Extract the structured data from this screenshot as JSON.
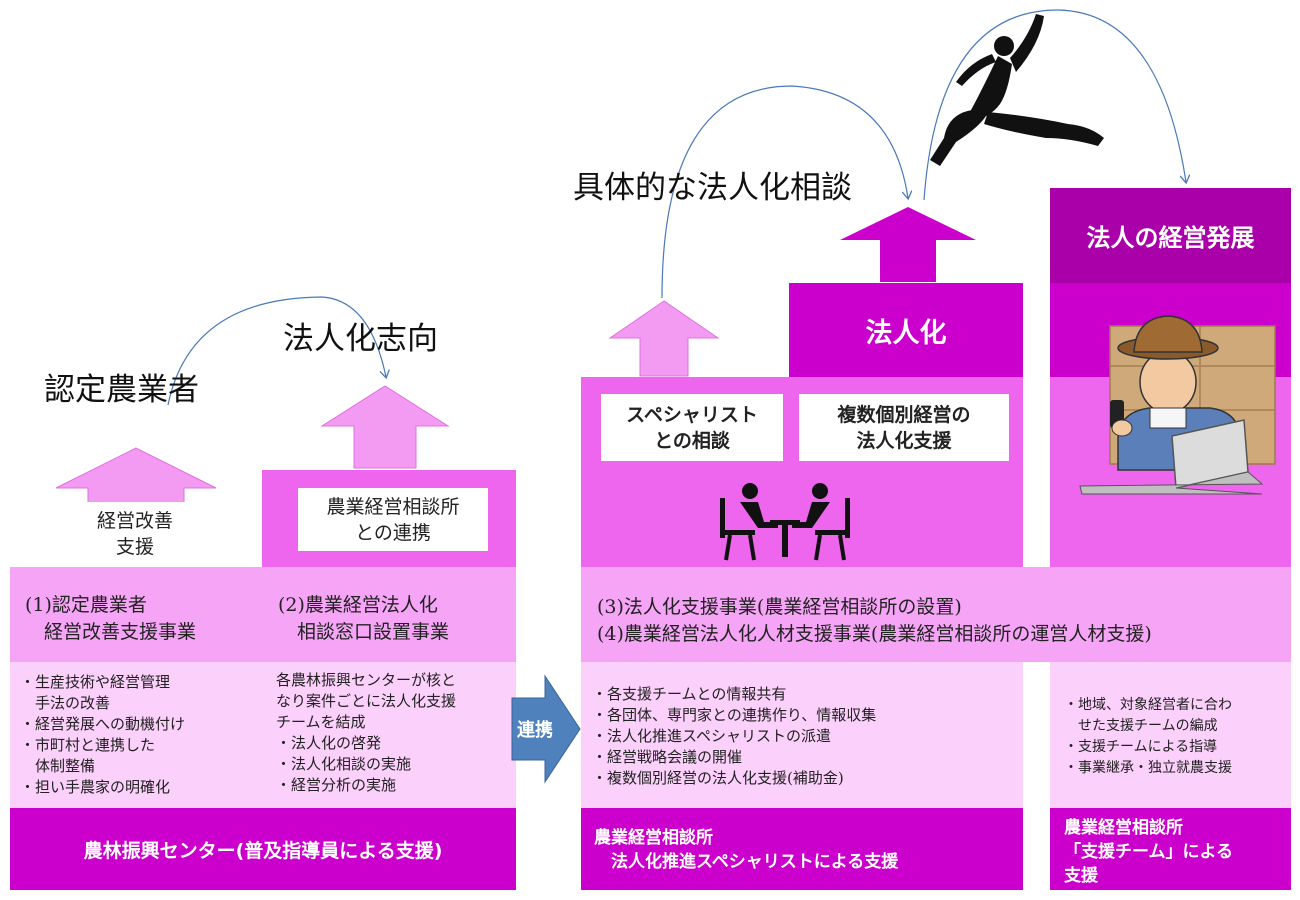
{
  "stages": {
    "certified": "認定農業者",
    "orientation": "法人化志向",
    "consultation": "具体的な法人化相談"
  },
  "col1": {
    "arrow_label": "経営改善\n支援",
    "program": "(1)認定農業者\n　経営改善支援事業",
    "items": [
      "・生産技術や経営管理",
      "　手法の改善",
      "・経営発展への動機付け",
      "・市町村と連携した",
      "　体制整備",
      "・担い手農家の明確化"
    ]
  },
  "col2": {
    "box": "農業経営相談所\nとの連携",
    "program": "(2)農業経営法人化\n　相談窓口設置事業",
    "intro": "各農林振興センターが核と\nなり案件ごとに法人化支援\nチームを結成",
    "items": [
      "・法人化の啓発",
      "・法人化相談の実施",
      "・経営分析の実施"
    ]
  },
  "bottom_left": "農林振興センター(普及指導員による支援)",
  "link_arrow": "連携",
  "col3": {
    "box_specialist": "スペシャリスト\nとの相談",
    "box_multi": "複数個別経営の\n法人化支援",
    "incorporation": "法人化",
    "program": "(3)法人化支援事業(農業経営相談所の設置)\n(4)農業経営法人化人材支援事業(農業経営相談所の運営人材支援)",
    "items": [
      "・各支援チームとの情報共有",
      "・各団体、専門家との連携作り、情報収集",
      "・法人化推進スペシャリストの派遣",
      "・経営戦略会議の開催",
      "・複数個別経営の法人化支援(補助金)"
    ],
    "footer": "農業経営相談所\n　法人化推進スペシャリストによる支援"
  },
  "col4": {
    "title": "法人の経営発展",
    "items": [
      "・地域、対象経営者に合わ",
      "　せた支援チームの編成",
      "・支援チームによる指導",
      "・事業継承・独立就農支援"
    ],
    "footer": "農業経営相談所\n「支援チーム」による\n支援"
  },
  "colors": {
    "magenta": "#cc00cc",
    "mid_pink": "#ee66ee",
    "light_pink": "#f6a5f6",
    "pale_pink": "#fbd0fb",
    "dark_magenta": "#aa00aa",
    "link_blue": "#4f81bd",
    "curve_blue": "#4a7ab8"
  },
  "icons": [
    "up-arrow-icon",
    "meeting-icon",
    "jumping-person-icon",
    "farmer-laptop-icon",
    "right-arrow-icon"
  ]
}
